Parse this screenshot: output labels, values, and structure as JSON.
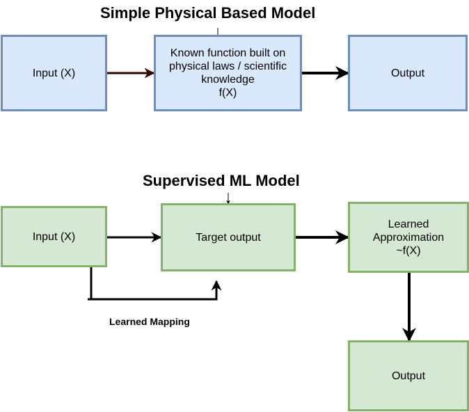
{
  "diagram": {
    "top": {
      "title": "Simple Physical Based Model",
      "input": "Input (X)",
      "function": "Known function built on\nphysical laws / scientific\nknowledge\nf(X)",
      "output": "Output"
    },
    "bottom": {
      "title": "Supervised ML Model",
      "input": "Input (X)",
      "target": "Target output",
      "approx": "Learned\nApproximation\n~f(X)",
      "output": "Output",
      "mapping_label": "Learned Mapping"
    },
    "colors": {
      "blue_fill": "#dae8fc",
      "blue_stroke": "#6c8ebf",
      "green_fill": "#d5e8d4",
      "green_stroke": "#82b366",
      "dark_red_arrow": "#330000"
    }
  }
}
